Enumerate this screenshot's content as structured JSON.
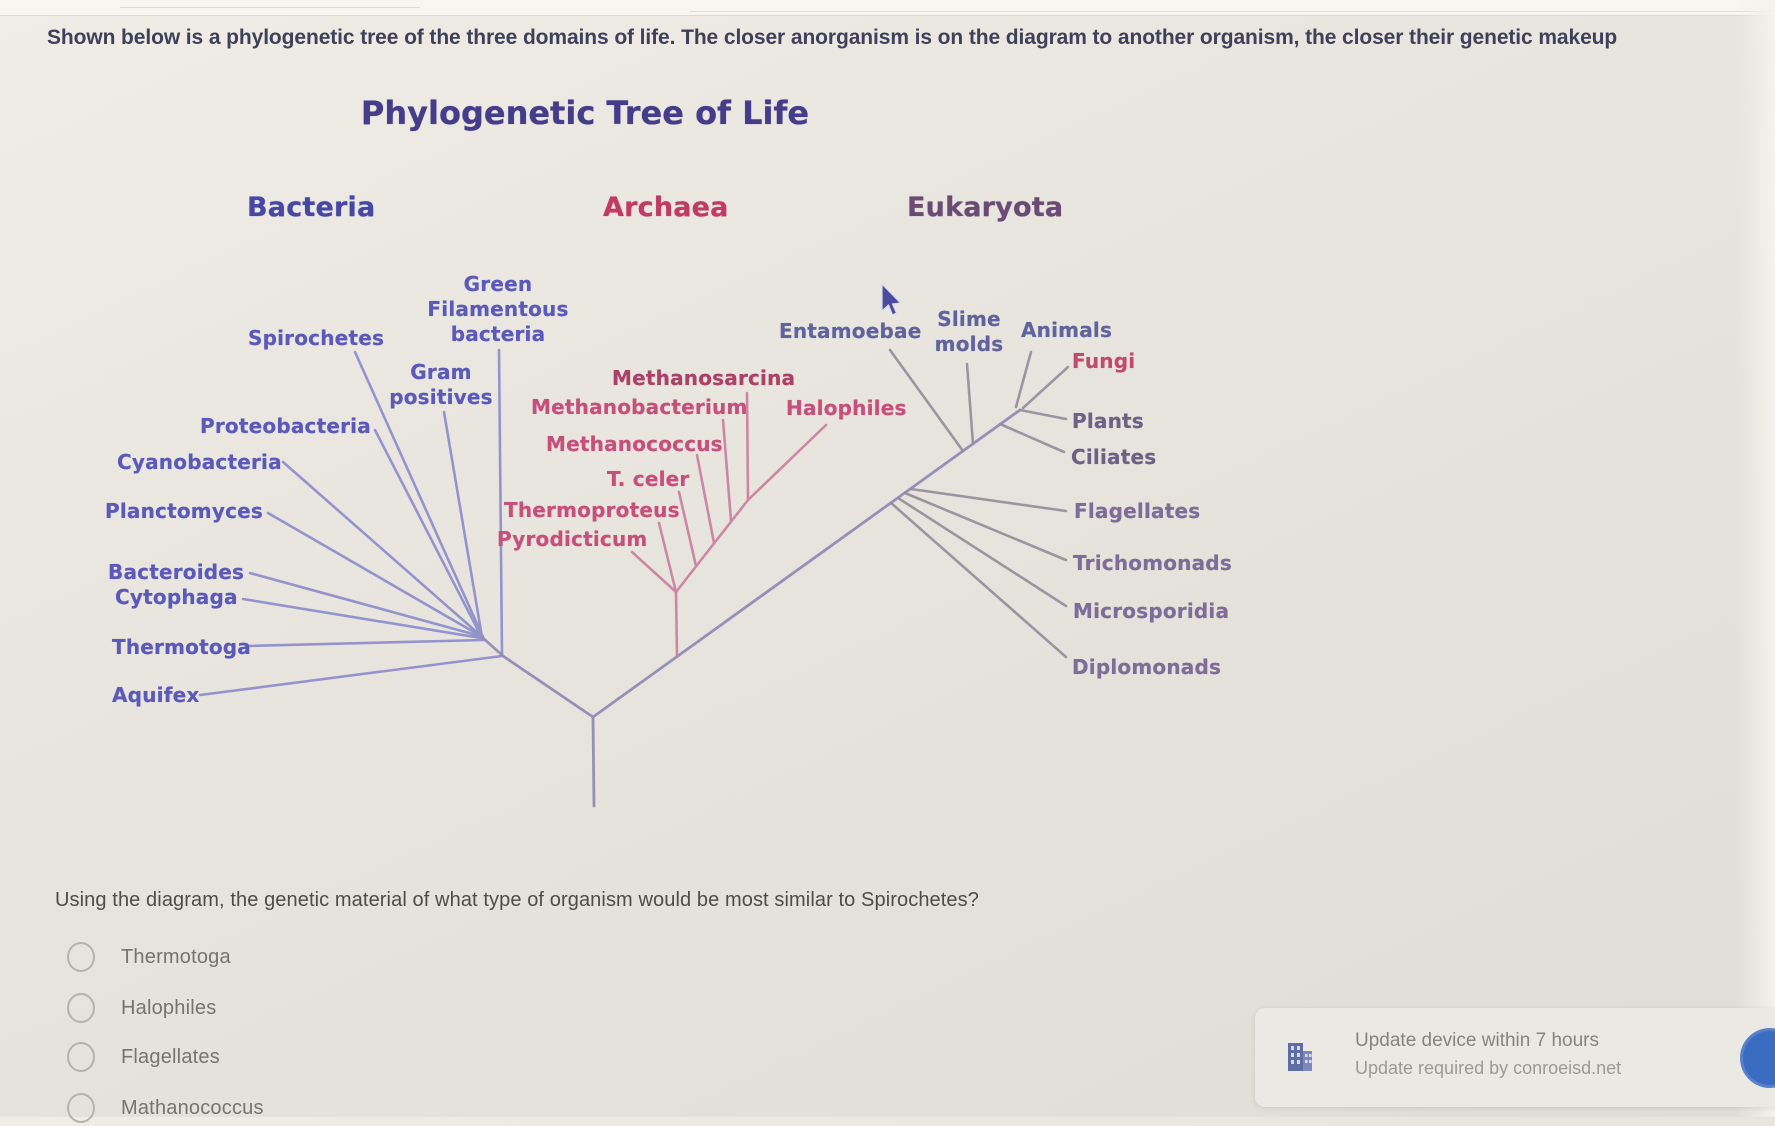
{
  "header": {
    "instruction": "Shown below is a phylogenetic tree of the three domains of life. The closer anorganism is on the diagram to another organism, the closer their genetic makeup",
    "title": "Phylogenetic Tree of Life"
  },
  "diagram": {
    "domains": {
      "bacteria": "Bacteria",
      "archaea": "Archaea",
      "eukaryota": "Eukaryota"
    },
    "bacteria": {
      "green_filamentous": "Green\nFilamentous\nbacteria",
      "spirochetes": "Spirochetes",
      "gram_positives": "Gram\npositives",
      "proteobacteria": "Proteobacteria",
      "cyanobacteria": "Cyanobacteria",
      "planctomyces": "Planctomyces",
      "bacteroides": "Bacteroides",
      "cytophaga": "Cytophaga",
      "thermotoga": "Thermotoga",
      "aquifex": "Aquifex"
    },
    "archaea": {
      "methanosarcina": "Methanosarcina",
      "methanobacterium": "Methanobacterium",
      "halophiles": "Halophiles",
      "methanococcus": "Methanococcus",
      "t_celer": "T. celer",
      "thermoproteus": "Thermoproteus",
      "pyrodicticum": "Pyrodicticum"
    },
    "eukaryota": {
      "entamoebae": "Entamoebae",
      "slime_molds": "Slime\nmolds",
      "animals": "Animals",
      "fungi": "Fungi",
      "plants": "Plants",
      "ciliates": "Ciliates",
      "flagellates": "Flagellates",
      "trichomonads": "Trichomonads",
      "microsporidia": "Microsporidia",
      "diplomonads": "Diplomonads"
    },
    "colors": {
      "bacteria": "#4747a5",
      "archaea": "#c13a66",
      "eukaryota": "#6b4a75",
      "bacteria_lines": "#8d8bcc",
      "archaea_lines": "#cb80a0",
      "eukaryota_lines": "#978e9e"
    }
  },
  "question": {
    "text": "Using the diagram, the genetic material of what type of organism would be most similar to Spirochetes?",
    "options": [
      "Thermotoga",
      "Halophiles",
      "Flagellates",
      "Mathanococcus"
    ]
  },
  "notification": {
    "title": "Update device within 7 hours",
    "subtitle": "Update required by conroeisd.net",
    "accent_color": "#3a6cc2"
  }
}
